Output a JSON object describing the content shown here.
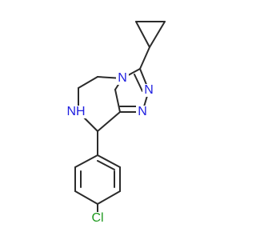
{
  "molecule": {
    "atoms": [
      {
        "id": "N4",
        "label": "N",
        "color": "#2020e0"
      },
      {
        "id": "N1",
        "label": "N",
        "color": "#2020e0"
      },
      {
        "id": "N2",
        "label": "N",
        "color": "#2020e0"
      },
      {
        "id": "NH",
        "label": "NH",
        "color": "#2020e0"
      },
      {
        "id": "Cl",
        "label": "Cl",
        "color": "#1f9a1f"
      }
    ]
  }
}
